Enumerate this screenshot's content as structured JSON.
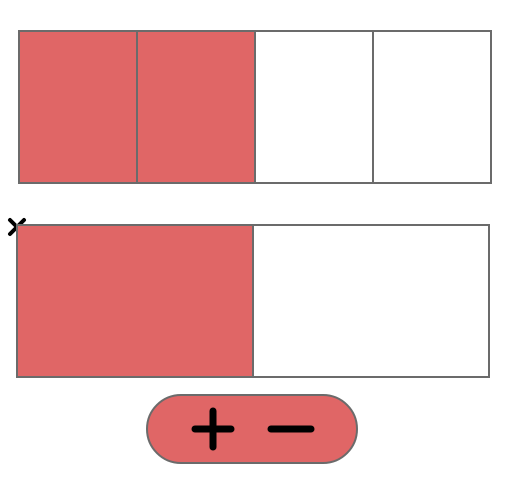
{
  "colors": {
    "fill": "#e06666",
    "empty": "#ffffff",
    "border": "#6b6b6b",
    "icon": "#000000"
  },
  "top_bar": {
    "total_parts": 4,
    "filled_parts": 2
  },
  "bottom_bar": {
    "total_parts": 2,
    "filled_parts": 1
  },
  "markers": {
    "close_icon": "close-icon"
  },
  "controls": {
    "plus_icon": "plus-icon",
    "minus_icon": "minus-icon"
  }
}
